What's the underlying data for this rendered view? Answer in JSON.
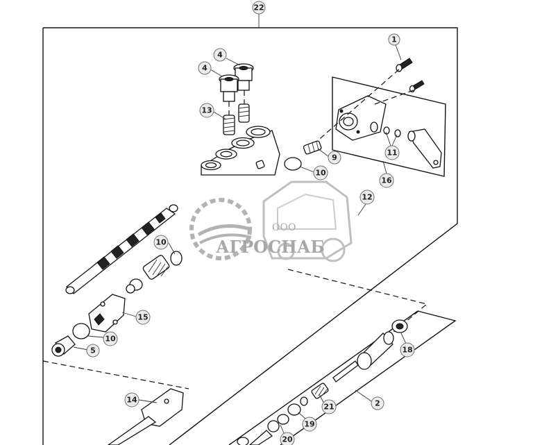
{
  "callouts": {
    "c22": "22",
    "c1": "1",
    "c4a": "4",
    "c4b": "4",
    "c13": "13",
    "c9": "9",
    "c10a": "10",
    "c11": "11",
    "c16": "16",
    "c12": "12",
    "c10b": "10",
    "c15": "15",
    "c10c": "10",
    "c5": "5",
    "c18": "18",
    "c2": "2",
    "c14": "14",
    "c21": "21",
    "c19": "19",
    "c20": "20"
  },
  "watermark": {
    "company_prefix": "ООО",
    "company_name": "АГРОСНАБ"
  },
  "colors": {
    "line": "#111111",
    "callout_fill": "#ececec",
    "callout_stroke": "#6e6e6e",
    "watermark": "#8a8a8a"
  }
}
